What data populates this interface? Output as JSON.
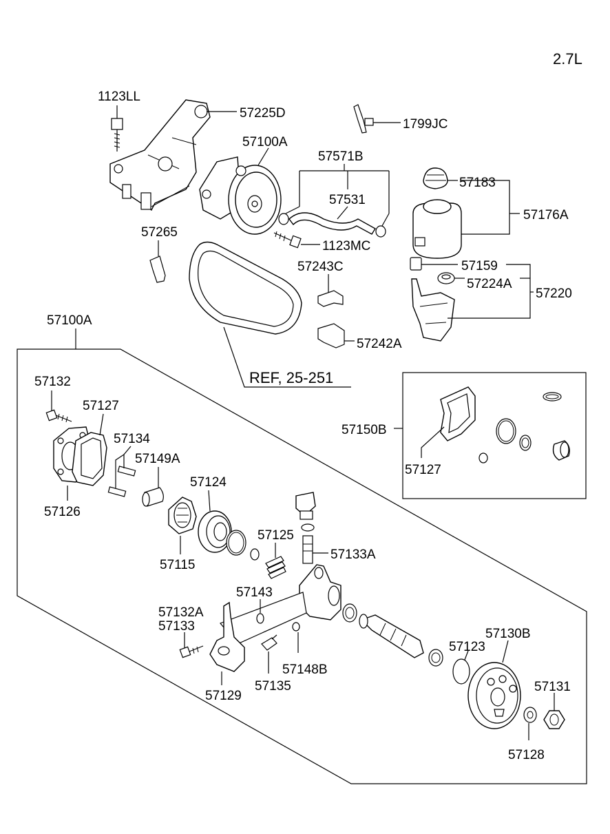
{
  "engine_label": "2.7L",
  "labels": {
    "p1123LL": "1123LL",
    "p57225D": "57225D",
    "p1799JC": "1799JC",
    "p57100A_top": "57100A",
    "p57571B": "57571B",
    "p57531": "57531",
    "p57183": "57183",
    "p57176A": "57176A",
    "p57265": "57265",
    "p1123MC": "1123MC",
    "p57243C": "57243C",
    "p57159": "57159",
    "p57224A": "57224A",
    "p57220": "57220",
    "p57242A": "57242A",
    "p57100A_exp": "57100A",
    "ref": "REF, 25-251",
    "p57132": "57132",
    "p57127": "57127",
    "p57134": "57134",
    "p57149A": "57149A",
    "p57126": "57126",
    "p57124": "57124",
    "p57115": "57115",
    "p57125": "57125",
    "p57133A": "57133A",
    "p57143": "57143",
    "p57132A": "57132A",
    "p57133": "57133",
    "p57135": "57135",
    "p57148B": "57148B",
    "p57129": "57129",
    "p57130B": "57130B",
    "p57123": "57123",
    "p57131": "57131",
    "p57128": "57128",
    "p57150B": "57150B",
    "p57127_kit": "57127"
  }
}
